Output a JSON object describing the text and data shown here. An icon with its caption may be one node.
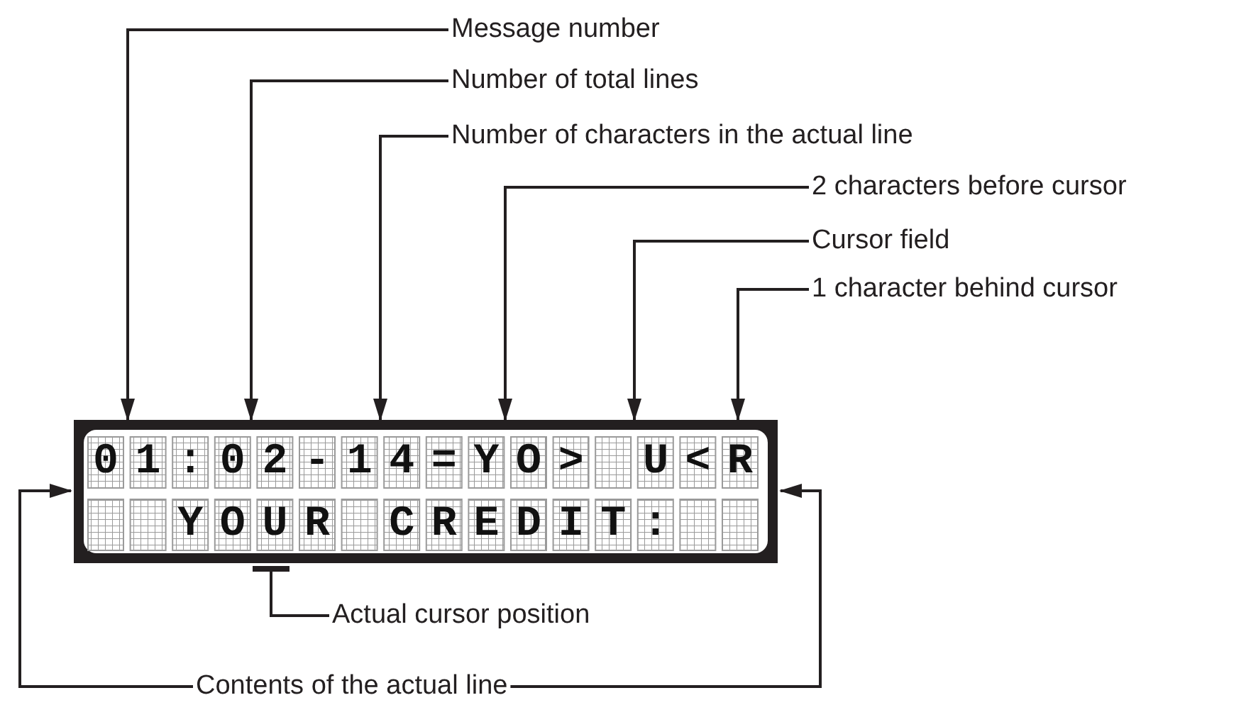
{
  "diagram": {
    "nodes": [
      {
        "text": [
          "01:02-14=YO> U<R",
          "YOUR CREDIT:"
        ]
      },
      {
        "text": [
          "Message number"
        ]
      },
      {
        "text": [
          "Number of total lines"
        ]
      },
      {
        "text": [
          "Number of characters in the actual line"
        ]
      },
      {
        "text": [
          "2 characters before cursor"
        ]
      },
      {
        "text": [
          "Cursor field"
        ]
      },
      {
        "text": [
          "1 character behind cursor"
        ]
      },
      {
        "text": [
          "Actual cursor position"
        ]
      },
      {
        "text": [
          "Contents of the actual line"
        ]
      }
    ],
    "edges": [
      {
        "from": 1,
        "to": 0,
        "arrow": "to"
      },
      {
        "from": 2,
        "to": 0,
        "arrow": "to"
      },
      {
        "from": 3,
        "to": 0,
        "arrow": "to"
      },
      {
        "from": 4,
        "to": 0,
        "arrow": "to"
      },
      {
        "from": 5,
        "to": 0,
        "arrow": "to"
      },
      {
        "from": 6,
        "to": 0,
        "arrow": "to"
      },
      {
        "from": 7,
        "to": 0,
        "arrow": "other"
      },
      {
        "from": 8,
        "to": 0,
        "arrow": "to"
      },
      {
        "from": 8,
        "to": 0,
        "arrow": "to"
      }
    ]
  }
}
